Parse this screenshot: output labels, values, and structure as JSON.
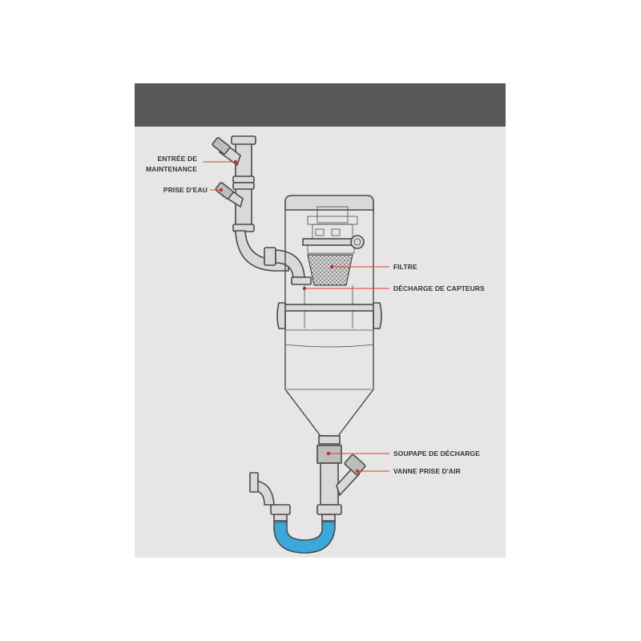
{
  "colors": {
    "page_background": "#ffffff",
    "panel_background": "#e6e6e6",
    "header_bar": "#585858",
    "outline": "#4a4a4a",
    "component_fill": "#d9d9d9",
    "water": "#3aa8d8",
    "callout_accent": "#e03a2f",
    "label_text": "#333333"
  },
  "labels": {
    "maintenance_inlet_line1": "ENTRÉE DE",
    "maintenance_inlet_line2": "MAINTENANCE",
    "water_inlet": "PRISE D'EAU",
    "filter": "FILTRE",
    "sensor_discharge": "DÉCHARGE DE CAPTEURS",
    "discharge_valve": "SOUPAPE DE DÉCHARGE",
    "air_intake_valve": "VANNE PRISE D'AIR"
  }
}
